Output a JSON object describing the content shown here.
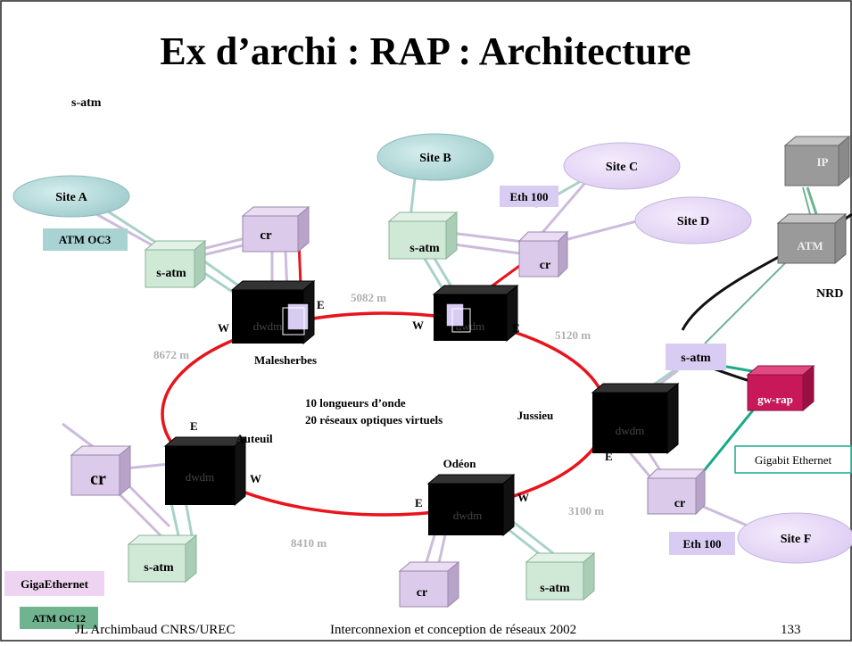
{
  "title": "Ex d’archi : RAP : Architecture",
  "top_label": "s-atm",
  "sites": {
    "a": "Site A",
    "b": "Site B",
    "c": "Site C",
    "d": "Site D",
    "f": "Site F"
  },
  "labels": {
    "atm_oc3": "ATM OC3",
    "eth100_top": "Eth 100",
    "eth100_bottom": "Eth 100",
    "gigabit_ethernet": "Gigabit Ethernet",
    "gigaethernet": "GigaEthernet",
    "atm_oc12": "ATM OC12",
    "nrd": "NRD"
  },
  "boxes": {
    "cr": "cr",
    "satm": "s-atm",
    "dwdm": "dwdm",
    "gw_rap": "gw-rap",
    "ip": "IP",
    "atm_top": "ATM"
  },
  "nodes": {
    "malesherbes": "Malesherbes",
    "jussieu": "Jussieu",
    "auteuil": "Auteuil",
    "odeon": "Odéon"
  },
  "ports": {
    "e": "E",
    "w": "W"
  },
  "distances": {
    "d5082": "5082 m",
    "d5120": "5120 m",
    "d8672": "8672 m",
    "d3100": "3100 m",
    "d8410": "8410 m"
  },
  "ring_text": {
    "line1": "10 longueurs d’onde",
    "line2": "20 réseaux  optiques virtuels"
  },
  "footer": {
    "author": "JL Archimbaud CNRS/UREC",
    "course": "Interconnexion et conception de réseaux 2002",
    "page": "133"
  },
  "colors": {
    "ring": "#e8141c",
    "site_teal": "#a8d4d4",
    "site_lilac": "#e6d8f6",
    "satm_box": "#d3e8d8",
    "cr_box": "#e0cfe8",
    "gw_rap": "#c8185a",
    "green_link": "#1aaa88",
    "oc3_bg": "#a9d3d3",
    "eth_bg": "#d8ccf2",
    "gigaeth_bg": "#efd4f1",
    "oc12_bg": "#6fb38f"
  }
}
